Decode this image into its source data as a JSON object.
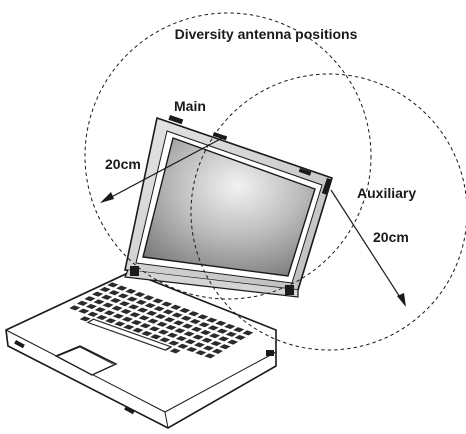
{
  "title": "Diversity antenna positions",
  "antennas": [
    {
      "name": "Main",
      "radius_label": "20cm"
    },
    {
      "name": "Auxiliary",
      "radius_label": "20cm"
    }
  ],
  "colors": {
    "ink": "#1a1a1a",
    "screen_light": "#f2f2f2",
    "screen_dark": "#6e6e6e",
    "body_fill": "#ffffff",
    "key_fill": "#2b2b2b"
  }
}
